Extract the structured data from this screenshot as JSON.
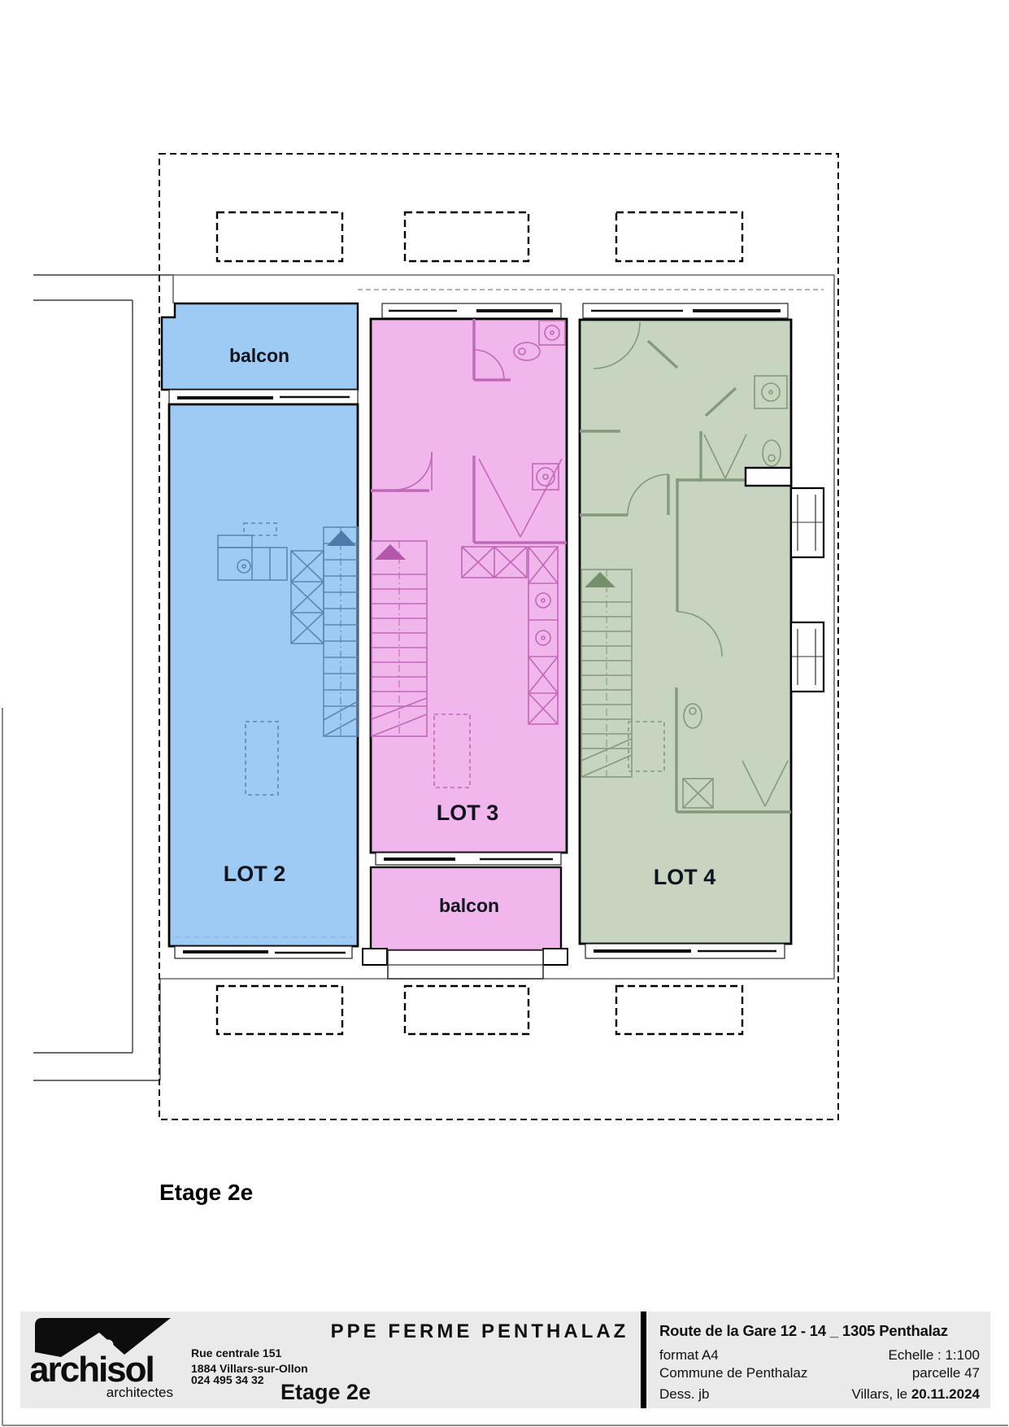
{
  "plan": {
    "floor_label": "Etage 2e",
    "units": [
      {
        "id": "lot2",
        "label": "LOT 2",
        "balcony_label": "balcon",
        "fill": "#9ECBF4"
      },
      {
        "id": "lot3",
        "label": "LOT 3",
        "balcony_label": "balcon",
        "fill": "#F1B6EC"
      },
      {
        "id": "lot4",
        "label": "LOT 4",
        "fill": "#C6D4C0"
      }
    ]
  },
  "title_block": {
    "firm": {
      "name": "archisol",
      "descriptor": "architectes",
      "address_line1": "Rue centrale 151",
      "address_line2": "1884 Villars-sur-Ollon",
      "phone": "024 495 34 32"
    },
    "project_title": "PPE FERME PENTHALAZ",
    "sheet_title": "Etage 2e",
    "project_address": "Route de la Gare 12 - 14 _ 1305 Penthalaz",
    "paper_format": "format A4",
    "scale_label": "Echelle : 1:100",
    "commune": "Commune de Penthalaz",
    "parcel": "parcelle 47",
    "drawn_by": "Dess. jb",
    "place_date_prefix": "Villars, le",
    "date": "20.11.2024"
  }
}
